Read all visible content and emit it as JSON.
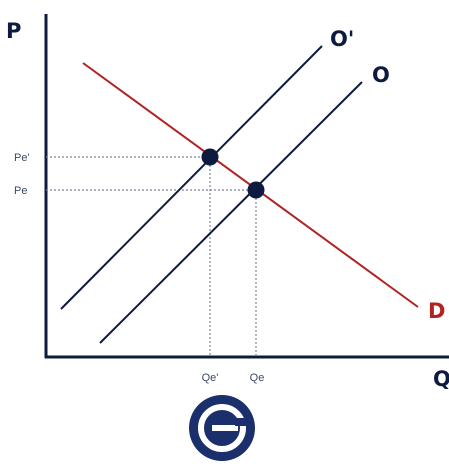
{
  "axes": {
    "y_title": "P",
    "x_title": "Q"
  },
  "curves": {
    "supply_shifted_label": "O'",
    "supply_label": "O",
    "demand_label": "D"
  },
  "equilibria": {
    "new_price_label": "Pe'",
    "price_label": "Pe",
    "new_quantity_label": "Qe'",
    "quantity_label": "Qe"
  },
  "colors": {
    "axis": "#0d1b3e",
    "supply": "#0d1b3e",
    "demand": "#b22222",
    "guides": "#7d8597",
    "logo": "#1a2f6b"
  },
  "logo": {
    "icon": "circular-e-logo-icon"
  }
}
